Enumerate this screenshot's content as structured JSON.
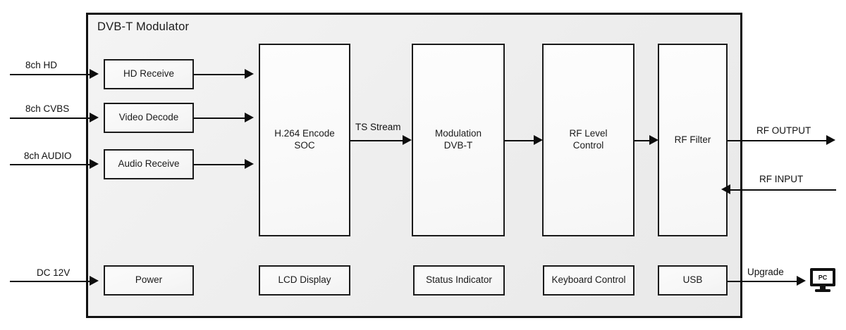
{
  "diagram": {
    "title": "DVB-T Modulator",
    "chassis_label": "DVB-T Modulator"
  },
  "inputs": [
    {
      "label": "8ch HD"
    },
    {
      "label": "8ch CVBS"
    },
    {
      "label": "8ch AUDIO"
    },
    {
      "label": "DC 12V"
    }
  ],
  "outputs": [
    {
      "label": "RF OUTPUT"
    },
    {
      "label": "RF INPUT"
    },
    {
      "label": "Upgrade"
    }
  ],
  "signal_labels": [
    {
      "label": "TS Stream"
    }
  ],
  "blocks": {
    "input_column": [
      {
        "label": "HD Receive"
      },
      {
        "label": "Video Decode"
      },
      {
        "label": "Audio Receive"
      }
    ],
    "processing_chain": [
      {
        "label": "H.264 Encode\nSOC"
      },
      {
        "label": "Modulation\nDVB-T"
      },
      {
        "label": "RF Level\nControl"
      },
      {
        "label": "RF Filter"
      }
    ],
    "bottom_row": [
      {
        "label": "Power"
      },
      {
        "label": "LCD Display"
      },
      {
        "label": "Status Indicator"
      },
      {
        "label": "Keyboard Control"
      },
      {
        "label": "USB"
      }
    ]
  },
  "devices": [
    {
      "label": "PC",
      "icon": "pc-monitor-icon"
    }
  ],
  "colors": {
    "line": "#0d0d0d",
    "block_border": "#1a1a1a",
    "chassis_fill": "#ededed",
    "block_fill": "#f7f7f7",
    "text": "#111111"
  }
}
